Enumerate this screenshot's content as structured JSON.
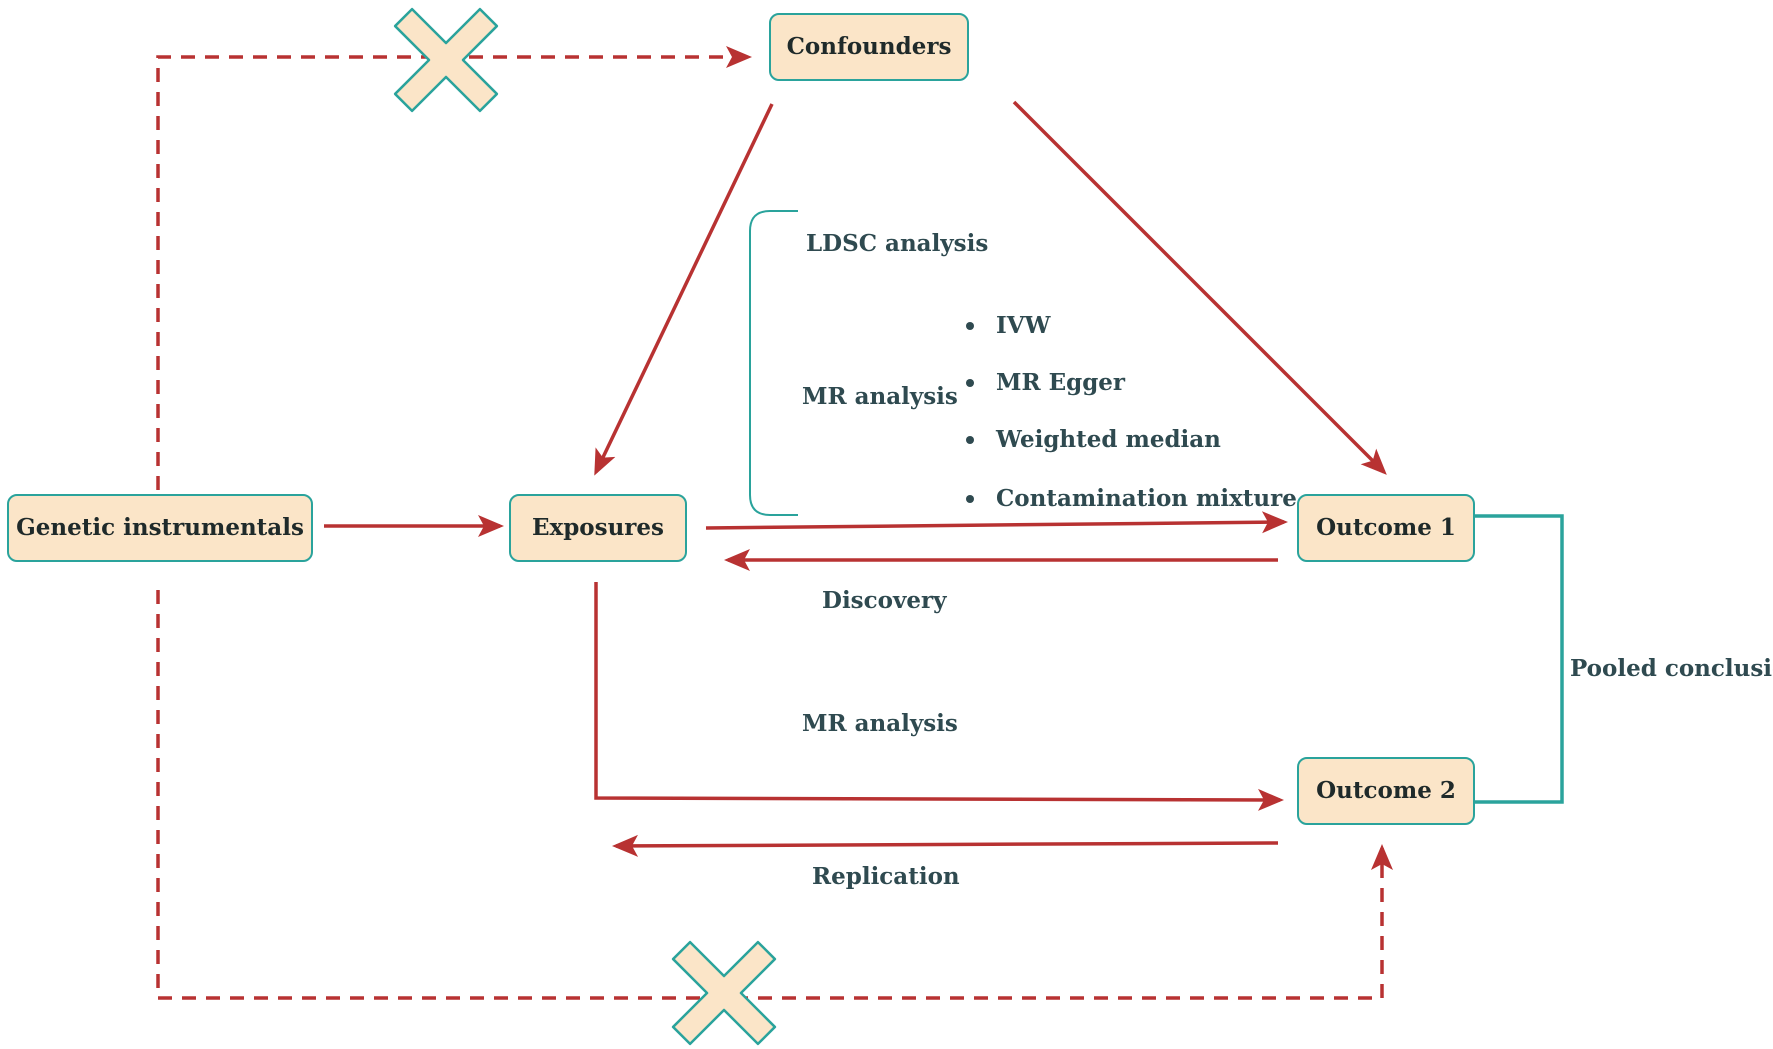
{
  "colors": {
    "arrow": "#b83232",
    "box_fill": "#fbe5c8",
    "box_stroke": "#2aa39c",
    "bracket": "#2aa39c",
    "text": "#2f4a50",
    "cross_fill": "#fbe5c8",
    "cross_stroke": "#2aa39c"
  },
  "nodes": {
    "confounders": "Confounders",
    "genetic_instrumentals": "Genetic instrumentals",
    "exposures": "Exposures",
    "outcome1": "Outcome 1",
    "outcome2": "Outcome 2"
  },
  "labels": {
    "ldsc": "LDSC analysis",
    "mr_analysis_top": "MR analysis",
    "discovery": "Discovery",
    "mr_analysis_bottom": "MR analysis",
    "replication": "Replication",
    "pooled": "Pooled conclusion"
  },
  "methods": [
    "IVW",
    "MR Egger",
    "Weighted median",
    "Contamination mixture"
  ],
  "icons": {
    "cross_top": "cross-icon",
    "cross_bottom": "cross-icon"
  }
}
